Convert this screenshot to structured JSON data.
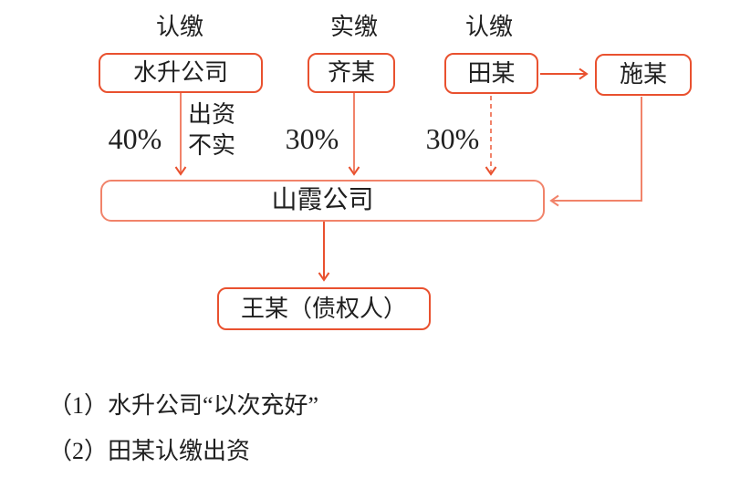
{
  "diagram": {
    "top_labels": [
      "认缴",
      "实缴",
      "认缴"
    ],
    "boxes": {
      "shuisheng": "水升公司",
      "qi": "齐某",
      "tian": "田某",
      "shi": "施某",
      "shanxia": "山霞公司",
      "wang": "王某（债权人）"
    },
    "edge_labels": {
      "shuisheng_pct": "40%",
      "capital_defect_line1": "出资",
      "capital_defect_line2": "不实",
      "qi_pct": "30%",
      "tian_pct": "30%"
    },
    "notes": [
      "（1）水升公司“以次充好”",
      "（2）田某认缴出资"
    ],
    "colors": {
      "box_border": "#E9512F",
      "connector": "#F1836A",
      "arrow": "#E9512F",
      "text": "#1F1F1F"
    }
  }
}
